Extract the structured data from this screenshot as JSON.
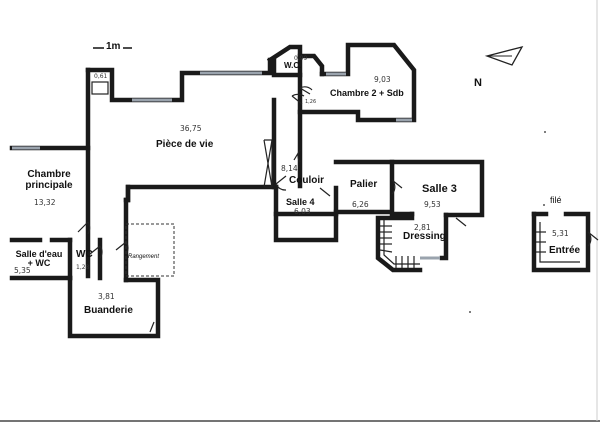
{
  "scale": {
    "label": "1m"
  },
  "north": {
    "label": "N"
  },
  "rooms": {
    "chambre_principale": {
      "name_line1": "Chambre",
      "name_line2": "principale",
      "area": "13,32"
    },
    "salle_eau": {
      "name_line1": "Salle d'eau",
      "name_line2": "+ WC",
      "area": "5,35"
    },
    "wc_bas": {
      "name": "WC",
      "area": "1,28"
    },
    "buanderie": {
      "name": "Buanderie",
      "area": "3,81"
    },
    "rangement": {
      "name": "Rangement"
    },
    "piece_de_vie": {
      "name": "Pièce de vie",
      "area": "36,75"
    },
    "wc_haut": {
      "name": "W.C.",
      "area": "0,99"
    },
    "placard": {
      "area": "0,61"
    },
    "chambre2": {
      "name": "Chambre 2 + Sdb",
      "area": "9,03"
    },
    "couloir": {
      "name": "Couloir",
      "area": "8,14"
    },
    "salle4": {
      "name": "Salle 4",
      "area": "6,03"
    },
    "palier": {
      "name": "Palier",
      "area": "6,26"
    },
    "salle3": {
      "name": "Salle 3",
      "area": "9,53"
    },
    "dressing": {
      "name": "Dressing",
      "area": "2,81"
    },
    "entree": {
      "name": "Entrée",
      "area": "5,31",
      "tag": "filé"
    },
    "small_area": {
      "area": "1,26"
    }
  }
}
